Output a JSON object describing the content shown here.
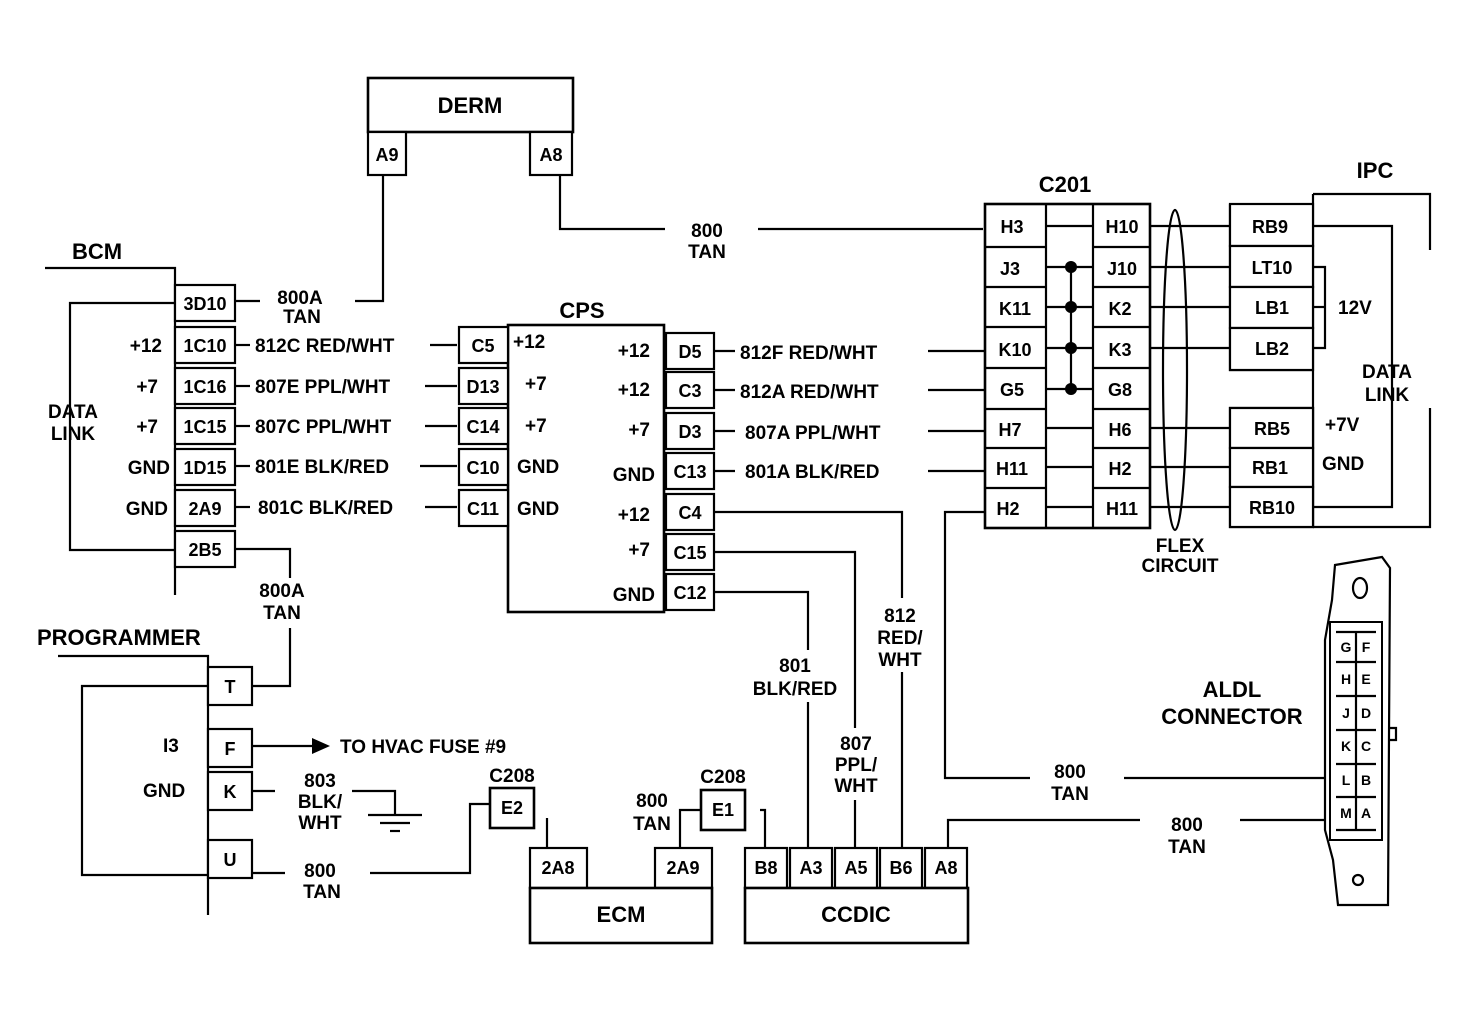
{
  "components": {
    "derm": {
      "title": "DERM",
      "pins": [
        "A9",
        "A8"
      ]
    },
    "bcm": {
      "title": "BCM",
      "pins": [
        "3D10",
        "1C10",
        "1C16",
        "1C15",
        "1D15",
        "2A9",
        "2B5"
      ],
      "side_labels": [
        "+12",
        "+7",
        "+7",
        "GND",
        "GND"
      ],
      "data_link": [
        "DATA",
        "LINK"
      ]
    },
    "cps": {
      "title": "CPS",
      "left_pins": [
        "C5",
        "D13",
        "C14",
        "C10",
        "C11"
      ],
      "left_labels": [
        "+12",
        "+7",
        "+7",
        "GND",
        "GND"
      ],
      "right_pins": [
        "D5",
        "C3",
        "D3",
        "C13",
        "C4",
        "C15",
        "C12"
      ],
      "right_labels": [
        "+12",
        "+12",
        "+7",
        "GND",
        "+12",
        "+7",
        "GND"
      ]
    },
    "c201": {
      "title": "C201",
      "left_pins": [
        "H3",
        "J3",
        "K11",
        "K10",
        "G5",
        "H7",
        "H11",
        "H2"
      ],
      "right_pins": [
        "H10",
        "J10",
        "K2",
        "K3",
        "G8",
        "H6",
        "H2",
        "H11"
      ]
    },
    "ipc": {
      "title": "IPC",
      "pins": [
        "RB9",
        "LT10",
        "LB1",
        "LB2",
        "RB5",
        "RB1",
        "RB10"
      ],
      "labels": {
        "v12": "12V",
        "data": "DATA",
        "link": "LINK",
        "v7": "+7V",
        "gnd": "GND"
      }
    },
    "programmer": {
      "title": "PROGRAMMER",
      "pins": [
        "T",
        "F",
        "K",
        "U"
      ],
      "labels": {
        "i3": "I3",
        "gnd": "GND"
      }
    },
    "ecm": {
      "title": "ECM",
      "pins": [
        "2A8",
        "2A9"
      ]
    },
    "ccdic": {
      "title": "CCDIC",
      "pins": [
        "B8",
        "A3",
        "A5",
        "B6",
        "A8"
      ]
    },
    "c208_left": {
      "title": "C208",
      "pin": "E2"
    },
    "c208_right": {
      "title": "C208",
      "pin": "E1"
    },
    "aldl": {
      "title_line1": "ALDL",
      "title_line2": "CONNECTOR",
      "left_pins": [
        "G",
        "H",
        "J",
        "K",
        "L",
        "M"
      ],
      "right_pins": [
        "F",
        "E",
        "D",
        "C",
        "B",
        "A"
      ]
    }
  },
  "wires": {
    "w800_derm": [
      "800",
      "TAN"
    ],
    "w800a_derm": [
      "800A",
      "TAN"
    ],
    "bcm_left": [
      "812C RED/WHT",
      "807E PPL/WHT",
      "807C PPL/WHT",
      "801E BLK/RED",
      "801C BLK/RED"
    ],
    "cps_right": [
      "812F RED/WHT",
      "812A RED/WHT",
      "807A PPL/WHT",
      "801A BLK/RED"
    ],
    "w800a_prog": [
      "800A",
      "TAN"
    ],
    "hvac": "TO HVAC FUSE #9",
    "w803": [
      "803",
      "BLK/",
      "WHT"
    ],
    "w800_u": [
      "800",
      "TAN"
    ],
    "w800_c208": [
      "800",
      "TAN"
    ],
    "w801": [
      "801",
      "BLK/RED"
    ],
    "w807": [
      "807",
      "PPL/",
      "WHT"
    ],
    "w812": [
      "812",
      "RED/",
      "WHT"
    ],
    "w800_aldl_top": [
      "800",
      "TAN"
    ],
    "w800_aldl_bottom": [
      "800",
      "TAN"
    ],
    "flex": [
      "FLEX",
      "CIRCUIT"
    ]
  }
}
